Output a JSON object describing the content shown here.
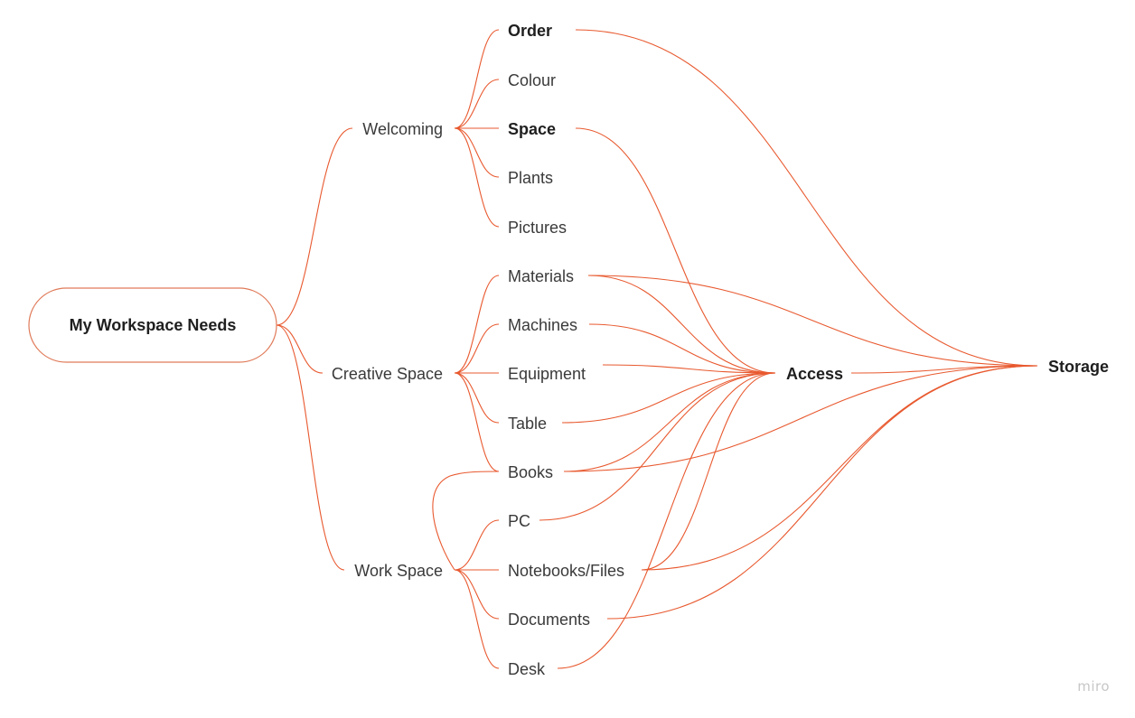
{
  "diagram": {
    "type": "mind-map",
    "colors": {
      "link": "#e8592f",
      "root_border": "#e07b5a",
      "text": "#3a3a3a"
    },
    "root": {
      "id": "root",
      "label": "My Workspace Needs"
    },
    "branches": [
      {
        "id": "welcoming",
        "label": "Welcoming",
        "children": [
          {
            "id": "order",
            "label": "Order",
            "bold": true
          },
          {
            "id": "colour",
            "label": "Colour"
          },
          {
            "id": "space",
            "label": "Space",
            "bold": true
          },
          {
            "id": "plants",
            "label": "Plants"
          },
          {
            "id": "pictures",
            "label": "Pictures"
          }
        ]
      },
      {
        "id": "creative",
        "label": "Creative Space",
        "children": [
          {
            "id": "materials",
            "label": "Materials"
          },
          {
            "id": "machines",
            "label": "Machines"
          },
          {
            "id": "equipment",
            "label": "Equipment"
          },
          {
            "id": "table",
            "label": "Table"
          },
          {
            "id": "books",
            "label": "Books"
          }
        ]
      },
      {
        "id": "work",
        "label": "Work Space",
        "children": [
          {
            "id": "books",
            "label": "Books"
          },
          {
            "id": "pc",
            "label": "PC"
          },
          {
            "id": "notebooks",
            "label": "Notebooks/Files"
          },
          {
            "id": "documents",
            "label": "Documents"
          },
          {
            "id": "desk",
            "label": "Desk"
          }
        ]
      }
    ],
    "hubs": [
      {
        "id": "access",
        "label": "Access",
        "bold": true
      },
      {
        "id": "storage",
        "label": "Storage",
        "bold": true
      }
    ],
    "connections": [
      {
        "from": "order",
        "to": "storage"
      },
      {
        "from": "space",
        "to": "access"
      },
      {
        "from": "materials",
        "to": "access"
      },
      {
        "from": "materials",
        "to": "storage"
      },
      {
        "from": "machines",
        "to": "access"
      },
      {
        "from": "equipment",
        "to": "access"
      },
      {
        "from": "table",
        "to": "access"
      },
      {
        "from": "books",
        "to": "access"
      },
      {
        "from": "books",
        "to": "storage"
      },
      {
        "from": "pc",
        "to": "access"
      },
      {
        "from": "notebooks",
        "to": "access"
      },
      {
        "from": "notebooks",
        "to": "storage"
      },
      {
        "from": "documents",
        "to": "storage"
      },
      {
        "from": "desk",
        "to": "access"
      },
      {
        "from": "access",
        "to": "storage"
      }
    ]
  },
  "watermark": "miro"
}
